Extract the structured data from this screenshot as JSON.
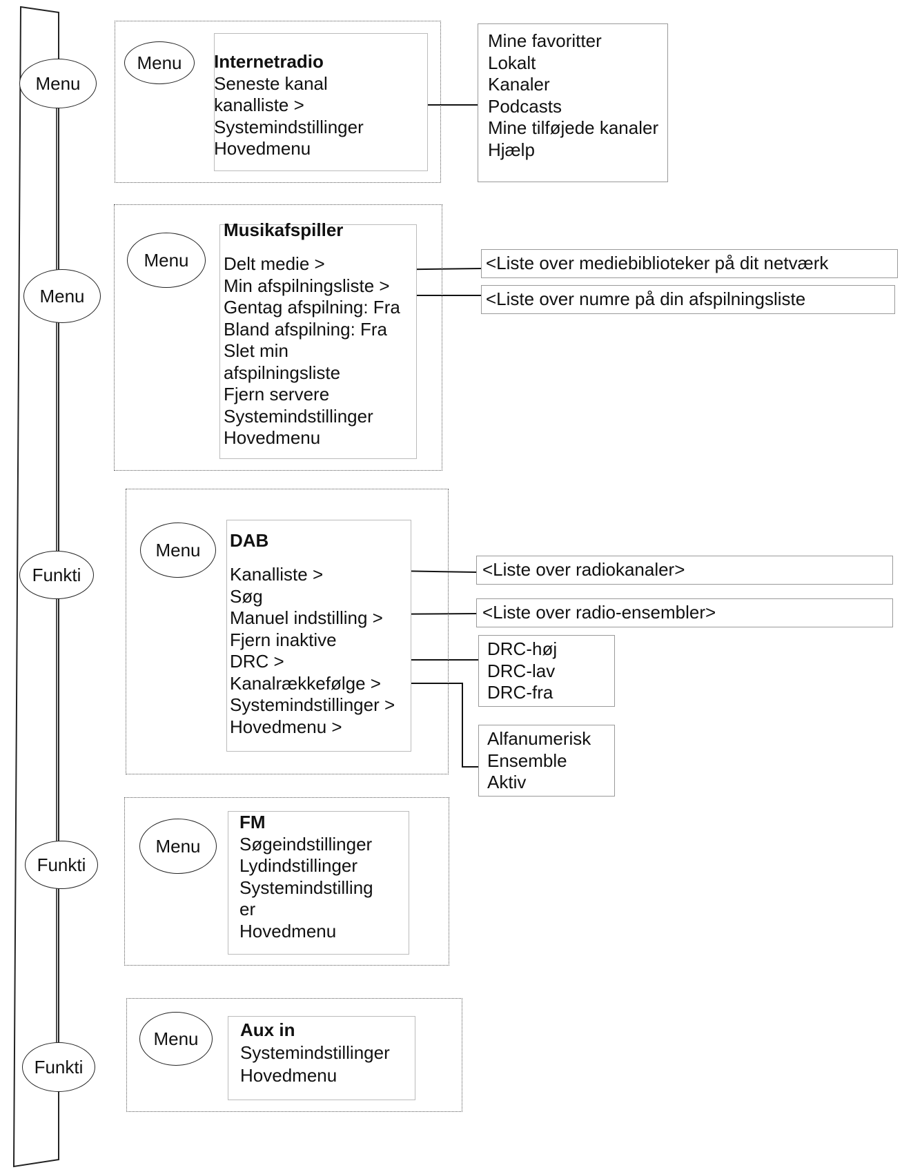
{
  "rail": {
    "ovals": [
      "Menu",
      "Menu",
      "Funkti",
      "Funkti",
      "Funkti"
    ]
  },
  "sections": {
    "internet": {
      "button": "Menu",
      "title": "Internetradio",
      "items": [
        "Seneste kanal",
        "kanalliste >",
        "Systemindstillinger",
        "Hovedmenu"
      ],
      "submenu": [
        "Mine favoritter",
        "Lokalt",
        "Kanaler",
        "Podcasts",
        "Mine tilføjede kanaler",
        "Hjælp"
      ]
    },
    "music": {
      "button": "Menu",
      "title": "Musikafspiller",
      "items": [
        "Delt medie >",
        "Min afspilningsliste >",
        "Gentag afspilning: Fra",
        "Bland afspilning: Fra",
        "Slet min",
        "afspilningsliste",
        "Fjern servere",
        "Systemindstillinger",
        "Hovedmenu"
      ],
      "media_box": "<Liste over mediebiblioteker på dit netværk",
      "playlist_box": "<Liste over numre på din afspilningsliste"
    },
    "dab": {
      "button": "Menu",
      "title": "DAB",
      "items": [
        "Kanalliste >",
        "Søg",
        "Manuel indstilling >",
        "Fjern inaktive",
        "DRC >",
        "Kanalrækkefølge >",
        "Systemindstillinger >",
        "Hovedmenu >"
      ],
      "channels_box": "<Liste over radiokanaler>",
      "ensembles_box": "<Liste over radio-ensembler>",
      "drc_options": [
        "DRC-høj",
        "DRC-lav",
        "DRC-fra"
      ],
      "order_options": [
        "Alfanumerisk",
        "Ensemble",
        "Aktiv"
      ]
    },
    "fm": {
      "button": "Menu",
      "title": "FM",
      "items": [
        "Søgeindstillinger",
        "Lydindstillinger",
        "Systemindstilling",
        "er",
        "Hovedmenu"
      ]
    },
    "aux": {
      "button": "Menu",
      "title": "Aux in",
      "items": [
        "Systemindstillinger",
        "Hovedmenu"
      ]
    }
  }
}
